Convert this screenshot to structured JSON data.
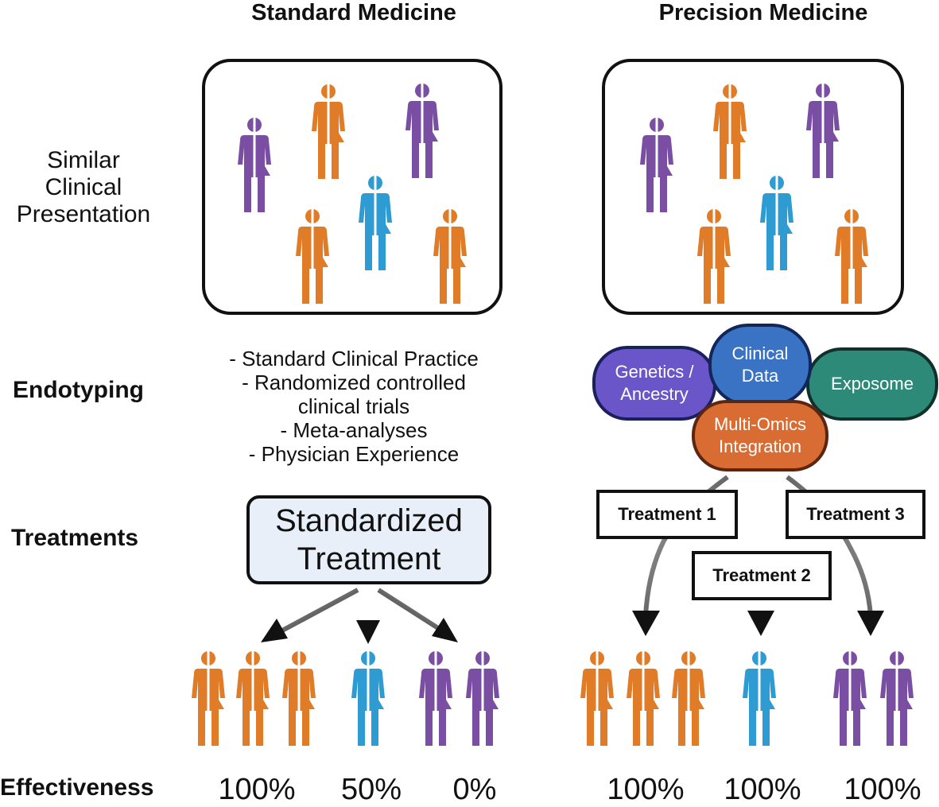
{
  "columns": {
    "standard_title": "Standard Medicine",
    "precision_title": "Precision Medicine"
  },
  "rows": {
    "similar_presentation": [
      "Similar",
      "Clinical",
      "Presentation"
    ],
    "endotyping": "Endotyping",
    "treatments": "Treatments",
    "effectiveness": "Effectiveness"
  },
  "standard": {
    "evidence_lines": [
      "- Standard Clinical Practice",
      "- Randomized controlled",
      "clinical trials",
      "- Meta-analyses",
      "- Physician Experience"
    ],
    "treatment_lines": [
      "Standardized",
      "Treatment"
    ],
    "effectiveness": [
      "100%",
      "50%",
      "0%"
    ]
  },
  "precision": {
    "bubbles": {
      "genetics": [
        "Genetics /",
        "Ancestry"
      ],
      "clinical": [
        "Clinical",
        "Data"
      ],
      "exposome": "Exposome",
      "omics": [
        "Multi-Omics",
        "Integration"
      ]
    },
    "treatments": [
      "Treatment 1",
      "Treatment 2",
      "Treatment 3"
    ],
    "effectiveness": [
      "100%",
      "100%",
      "100%"
    ]
  },
  "colors": {
    "orange": "#e07b27",
    "blue": "#2e9bd3",
    "purple": "#7a4ea3",
    "genetics": "#6a55c9",
    "clinical": "#3b73c4",
    "exposome": "#2d8a78",
    "omics": "#d86c32"
  }
}
